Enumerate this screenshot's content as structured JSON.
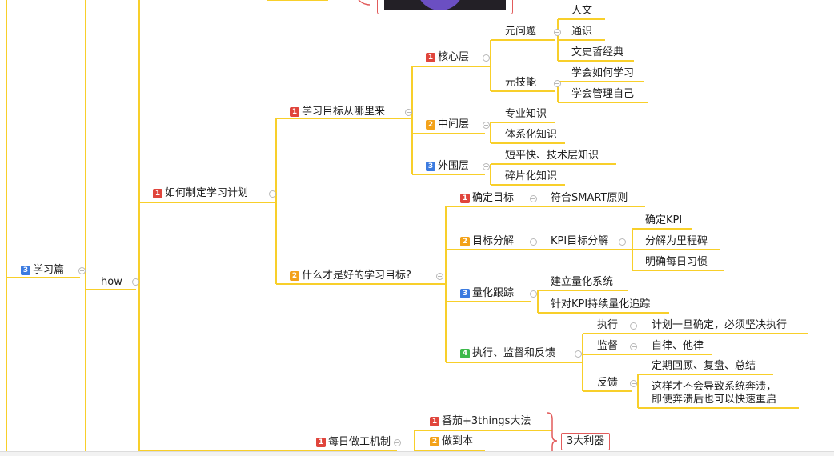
{
  "colors": {
    "branch_line": "#f8cf2a",
    "accent_red": "#e25b5b",
    "badge_red": "#e0453c",
    "badge_orange": "#f3a21a",
    "badge_blue": "#3c7be0",
    "badge_green": "#3cb94a"
  },
  "nodes": {
    "study_section": {
      "badge": "3",
      "label": "学习篇"
    },
    "how": {
      "label": "how"
    },
    "make_plan": {
      "badge": "1",
      "label": "如何制定学习计划"
    },
    "goal_source": {
      "badge": "1",
      "label": "学习目标从哪里来"
    },
    "core_layer": {
      "badge": "1",
      "label": "核心层"
    },
    "meta_question": {
      "label": "元问题"
    },
    "humanities": {
      "label": "人文"
    },
    "general_knowledge": {
      "label": "通识"
    },
    "classics": {
      "label": "文史哲经典"
    },
    "meta_skill": {
      "label": "元技能"
    },
    "learn_how_to_learn": {
      "label": "学会如何学习"
    },
    "self_management": {
      "label": "学会管理自己"
    },
    "middle_layer": {
      "badge": "2",
      "label": "中间层"
    },
    "professional_knowledge": {
      "label": "专业知识"
    },
    "systematic_knowledge": {
      "label": "体系化知识"
    },
    "outer_layer": {
      "badge": "3",
      "label": "外围层"
    },
    "quick_skills": {
      "label": "短平快、技术层知识"
    },
    "fragmented_knowledge": {
      "label": "碎片化知识"
    },
    "good_goal": {
      "badge": "2",
      "label": "什么才是好的学习目标?"
    },
    "set_goal": {
      "badge": "1",
      "label": "确定目标"
    },
    "smart": {
      "label": "符合SMART原则"
    },
    "goal_breakdown": {
      "badge": "2",
      "label": "目标分解"
    },
    "kpi_breakdown": {
      "label": "KPI目标分解"
    },
    "define_kpi": {
      "label": "确定KPI"
    },
    "milestones": {
      "label": "分解为里程碑"
    },
    "daily_habit": {
      "label": "明确每日习惯"
    },
    "quantify_tracking": {
      "badge": "3",
      "label": "量化跟踪"
    },
    "quant_system": {
      "label": "建立量化系统"
    },
    "kpi_tracking": {
      "label": "针对KPI持续量化追踪"
    },
    "execution_feedback": {
      "badge": "4",
      "label": "执行、监督和反馈"
    },
    "execute": {
      "label": "执行"
    },
    "execute_detail": {
      "label": "计划一旦确定，必须坚决执行"
    },
    "supervise": {
      "label": "监督"
    },
    "supervise_detail": {
      "label": "自律、他律"
    },
    "feedback": {
      "label": "反馈"
    },
    "review": {
      "label": "定期回顾、复盘、总结"
    },
    "no_collapse_1": {
      "label": "这样才不会导致系统奔溃，"
    },
    "no_collapse_2": {
      "label": "即使奔溃后也可以快速重启"
    },
    "daily_work": {
      "badge": "1",
      "label": "每日做工机制"
    },
    "tomato": {
      "badge": "1",
      "label": "番茄+3things大法"
    },
    "do_it": {
      "badge": "2",
      "label": "做到本"
    },
    "three_benefits": {
      "label": "3大利器"
    }
  }
}
